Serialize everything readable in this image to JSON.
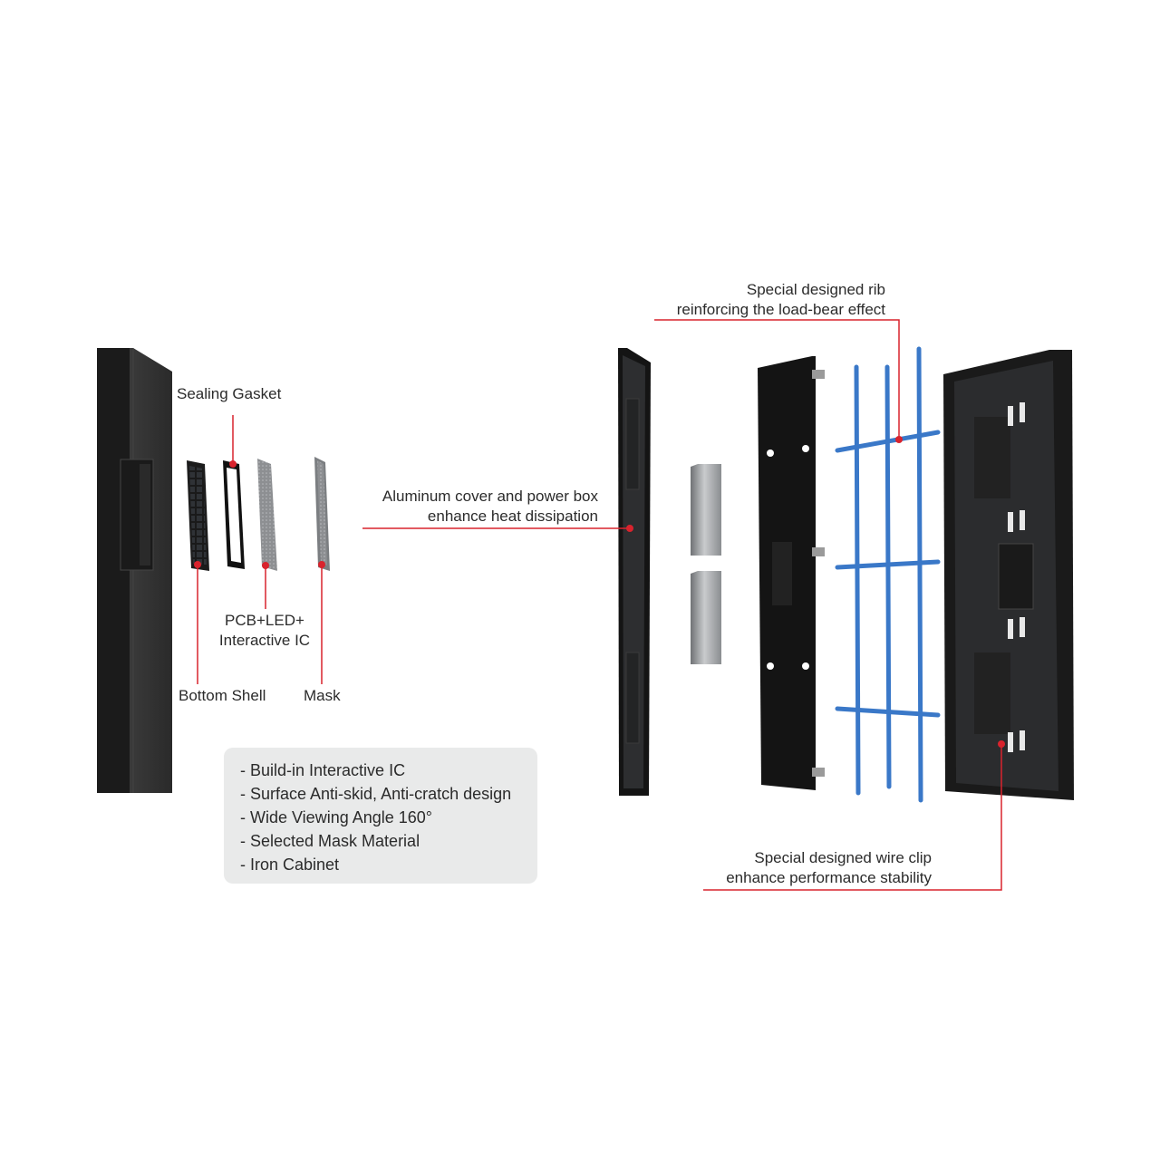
{
  "labels": {
    "sealing_gasket": "Sealing Gasket",
    "pcb_line1": "PCB+LED+",
    "pcb_line2": "Interactive IC",
    "bottom_shell": "Bottom Shell",
    "mask": "Mask",
    "aluminum_line1": "Aluminum cover and power box",
    "aluminum_line2": "enhance heat dissipation",
    "rib_line1": "Special designed rib",
    "rib_line2": "reinforcing the load-bear effect",
    "wireclip_line1": "Special designed wire clip",
    "wireclip_line2": "enhance performance stability"
  },
  "features": [
    "- Build-in Interactive IC",
    "- Surface Anti-skid, Anti-cratch design",
    "- Wide Viewing Angle 160°",
    "- Selected Mask Material",
    "- Iron Cabinet"
  ],
  "colors": {
    "callout": "#d9232d",
    "panel_dark": "#1e1e1e",
    "rib_blue": "#3a78c8",
    "features_bg": "#e9eaea"
  }
}
